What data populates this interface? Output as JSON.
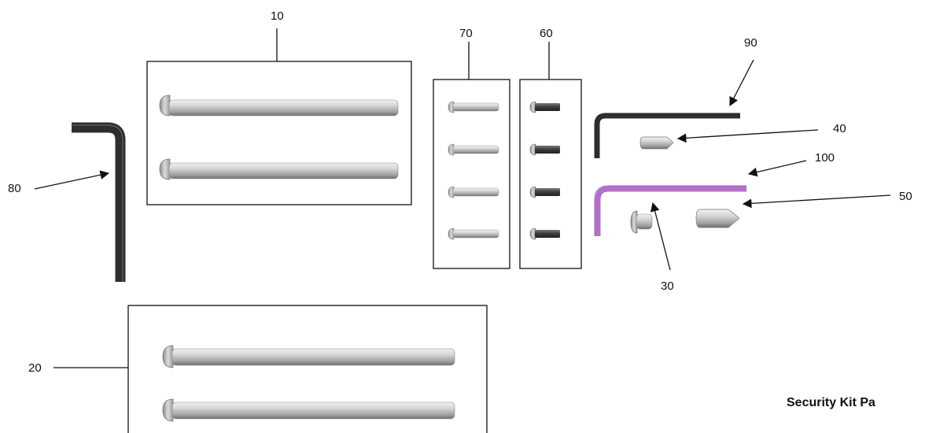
{
  "callouts": {
    "c10": "10",
    "c20": "20",
    "c30": "30",
    "c40": "40",
    "c50": "50",
    "c60": "60",
    "c70": "70",
    "c80": "80",
    "c90": "90",
    "c100": "100"
  },
  "caption": "Security Kit Pa",
  "colors": {
    "wrench_dark": "#3a3a3a",
    "wrench_purple": "#b36fd0",
    "steel_light": "#e4e4e4",
    "steel_mid": "#a9a9a9",
    "steel_dark": "#6e6e6e",
    "screw_dark": "#404040"
  },
  "icons": [
    "long-bolt-icon",
    "short-pin-icon",
    "black-screw-icon",
    "allen-wrench-icon",
    "security-pin-icon",
    "button-cap-icon"
  ]
}
